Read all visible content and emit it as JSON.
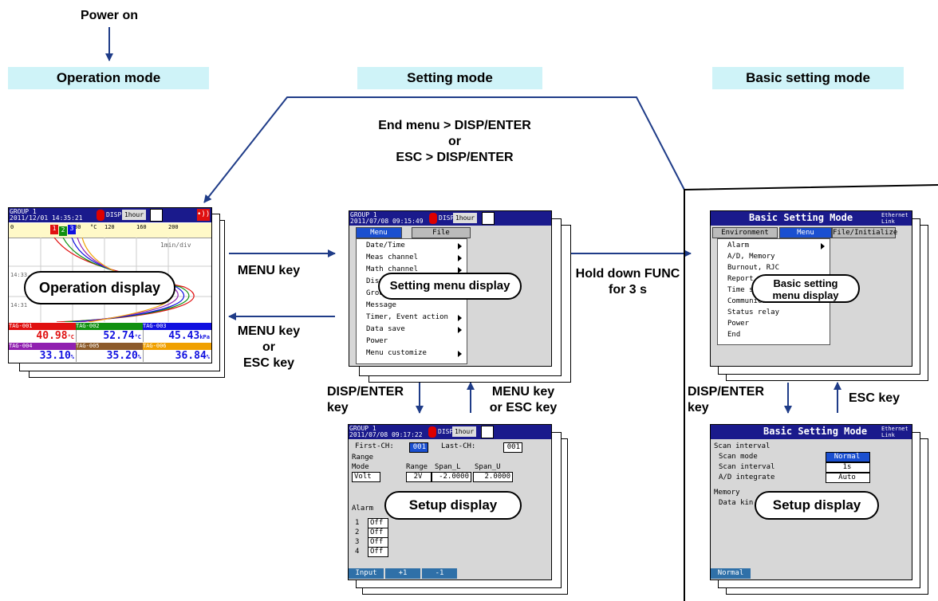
{
  "flow": {
    "power_on": "Power on",
    "mode_operation": "Operation mode",
    "mode_setting": "Setting mode",
    "mode_basic": "Basic setting mode",
    "top_arrow_line1": "End menu > DISP/ENTER",
    "top_arrow_line2": "or",
    "top_arrow_line3": "ESC > DISP/ENTER",
    "menu_key": "MENU key",
    "back_line1": "MENU key",
    "back_line2": "or",
    "back_line3": "ESC key",
    "hold_line1": "Hold down FUNC",
    "hold_line2": "for 3 s",
    "disp_enter_line1": "DISP/ENTER",
    "disp_enter_line2": "key",
    "menu_esc_line1": "MENU key",
    "menu_esc_line2": "or ESC key",
    "disp_enter2_line1": "DISP/ENTER",
    "disp_enter2_line2": "key",
    "esc_key": "ESC key"
  },
  "operation_display": {
    "label": "Operation display",
    "group": "GROUP 1",
    "datetime": "2011/12/01 14:35:21",
    "disp": "DISP",
    "interval": "1hour",
    "scale": [
      "0",
      "80",
      "°C",
      "120",
      "160",
      "200"
    ],
    "markers": [
      "1",
      "2",
      "3"
    ],
    "div": "1min/div",
    "time1": "14:33",
    "time2": "14:31",
    "tags": [
      {
        "name": "TAG-001",
        "value": "40.98",
        "unit": "°C",
        "color": "#e01010"
      },
      {
        "name": "TAG-002",
        "value": "52.74",
        "unit": "°C",
        "color": "#109010"
      },
      {
        "name": "TAG-003",
        "value": "45.43",
        "unit": "kPa",
        "color": "#1010e0"
      },
      {
        "name": "TAG-004",
        "value": "33.10",
        "unit": "%",
        "color": "#9020b0"
      },
      {
        "name": "TAG-005",
        "value": "35.20",
        "unit": "%",
        "color": "#8c5a2a"
      },
      {
        "name": "TAG-006",
        "value": "36.84",
        "unit": "%",
        "color": "#f0a000"
      }
    ]
  },
  "setting_menu": {
    "label": "Setting menu display",
    "group": "GROUP 1",
    "datetime": "2011/07/08 09:15:49",
    "disp": "DISP",
    "interval": "1hour",
    "tab_menu": "Menu",
    "tab_file": "File",
    "items": [
      "Date/Time",
      "Meas channel",
      "Math channel",
      "Displ",
      "Group",
      "Message",
      "Timer, Event action",
      "Data save",
      "Power",
      "Menu customize"
    ]
  },
  "setup_display": {
    "label": "Setup display",
    "group": "GROUP 1",
    "datetime": "2011/07/08 09:17:22",
    "disp": "DISP",
    "interval": "1hour",
    "first_ch_label": "First-CH:",
    "first_ch_value": "001",
    "last_ch_label": "Last-CH:",
    "last_ch_value": "001",
    "range_label": "Range",
    "mode_label": "Mode",
    "range_col": "Range",
    "span_l_label": "Span_L",
    "span_u_label": "Span_U",
    "mode_value": "Volt",
    "range_value": "2V",
    "span_l_value": "-2.0000",
    "span_u_value": "2.0000",
    "alarm_label": "Alarm",
    "alarms": [
      {
        "num": "1",
        "value": "Off"
      },
      {
        "num": "2",
        "value": "Off"
      },
      {
        "num": "3",
        "value": "Off"
      },
      {
        "num": "4",
        "value": "Off"
      }
    ],
    "softkeys": [
      "Input",
      "+1",
      "-1"
    ]
  },
  "basic_menu": {
    "label_line1": "Basic setting",
    "label_line2": "menu display",
    "title": "Basic Setting Mode",
    "ethernet_line1": "Ethernet",
    "ethernet_line2": "Link",
    "tab_env": "Environment",
    "tab_menu": "Menu",
    "tab_file": "File/Initialize",
    "items": [
      "Alarm",
      "A/D, Memory",
      "Burnout, RJC",
      "Report",
      "Time sett",
      "Communicat",
      "Status relay",
      "Power",
      "End"
    ]
  },
  "basic_setup": {
    "label": "Setup display",
    "title": "Basic Setting Mode",
    "ethernet_line1": "Ethernet",
    "ethernet_line2": "Link",
    "scan_interval_hdr": "Scan interval",
    "scan_mode_label": "Scan mode",
    "scan_mode_value": "Normal",
    "scan_interval_label": "Scan interval",
    "scan_interval_value": "1s",
    "ad_integrate_label": "A/D integrate",
    "ad_integrate_value": "Auto",
    "memory_label": "Memory",
    "data_kind_label": "Data kin",
    "softkey": "Normal"
  },
  "colors": {
    "arrow": "#1f3c88",
    "mode_header_bg": "#cff3f8",
    "screen_header": "#1a1a8c"
  }
}
